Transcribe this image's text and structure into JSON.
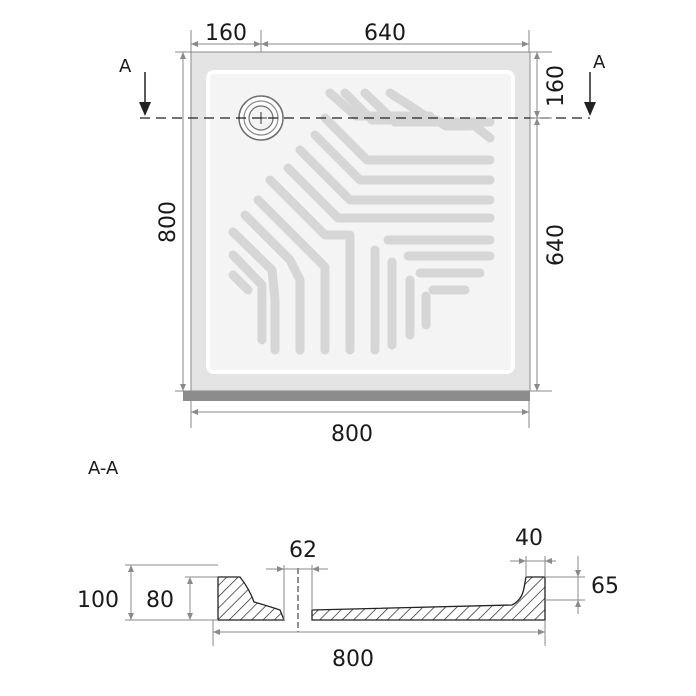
{
  "plan_view": {
    "dim_top_left": "160",
    "dim_top_right": "640",
    "dim_right_top": "160",
    "dim_right_bottom": "640",
    "dim_left": "800",
    "dim_bottom": "800",
    "section_marker_left": "A",
    "section_marker_right": "A"
  },
  "section_view": {
    "title": "A-A",
    "dim_total_height": "100",
    "dim_inner_height": "80",
    "dim_drain_width": "62",
    "dim_rim_width": "40",
    "dim_rim_height": "65",
    "dim_total_width": "800"
  },
  "colors": {
    "tray_fill": "#eeeeee",
    "tray_border": "#8a8a8a",
    "rib": "#d6d6d6",
    "base_strip": "#8c8c8c"
  }
}
